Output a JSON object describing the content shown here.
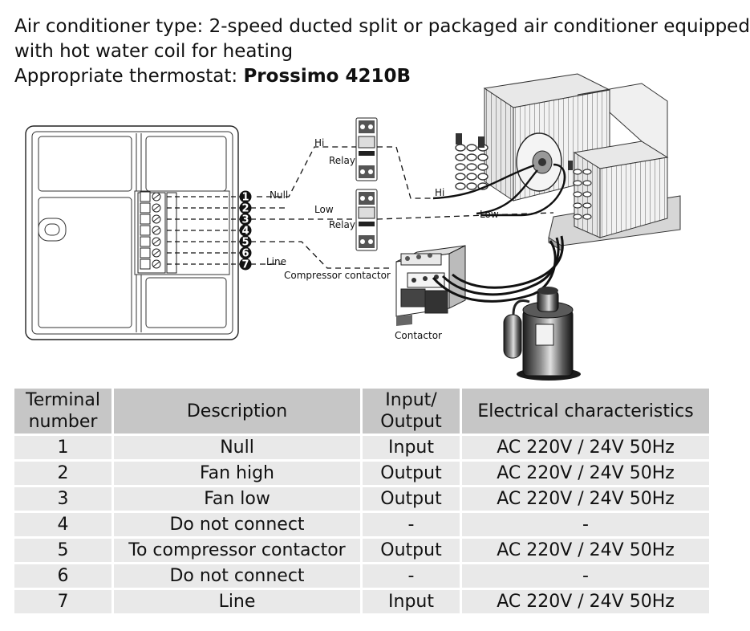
{
  "header": {
    "type_line_1": "Air conditioner type: 2-speed ducted split or packaged air conditioner equipped",
    "type_line_2": "with hot water coil for heating",
    "thermostat_prefix": "Appropriate thermostat: ",
    "thermostat_name": "Prossimo 4210B"
  },
  "diagram": {
    "terminal_numbers": [
      "1",
      "2",
      "3",
      "4",
      "5",
      "6",
      "7"
    ],
    "labels": {
      "null": "Null",
      "line": "Line",
      "hi_top": "Hi",
      "relay_top": "Relay",
      "low_mid": "Low",
      "relay_bottom": "Relay",
      "hi_unit": "Hi",
      "low_unit": "Low",
      "compressor_contactor": "Compressor contactor",
      "contactor": "Contactor"
    },
    "colors": {
      "line": "#111111",
      "metal": "#c9c9c9",
      "dark": "#2a2a2a"
    }
  },
  "table": {
    "headers": {
      "terminal_1": "Terminal",
      "terminal_2": "number",
      "description": "Description",
      "io_1": "Input/",
      "io_2": "Output",
      "electrical": "Electrical characteristics"
    },
    "rows": [
      {
        "terminal": "1",
        "description": "Null",
        "io": "Input",
        "electrical": "AC 220V / 24V 50Hz"
      },
      {
        "terminal": "2",
        "description": "Fan high",
        "io": "Output",
        "electrical": "AC 220V / 24V 50Hz"
      },
      {
        "terminal": "3",
        "description": "Fan low",
        "io": "Output",
        "electrical": "AC 220V / 24V 50Hz"
      },
      {
        "terminal": "4",
        "description": "Do not connect",
        "io": "-",
        "electrical": "-"
      },
      {
        "terminal": "5",
        "description": "To compressor contactor",
        "io": "Output",
        "electrical": "AC 220V / 24V 50Hz"
      },
      {
        "terminal": "6",
        "description": "Do not connect",
        "io": "-",
        "electrical": "-"
      },
      {
        "terminal": "7",
        "description": "Line",
        "io": "Input",
        "electrical": "AC 220V / 24V 50Hz"
      }
    ]
  }
}
